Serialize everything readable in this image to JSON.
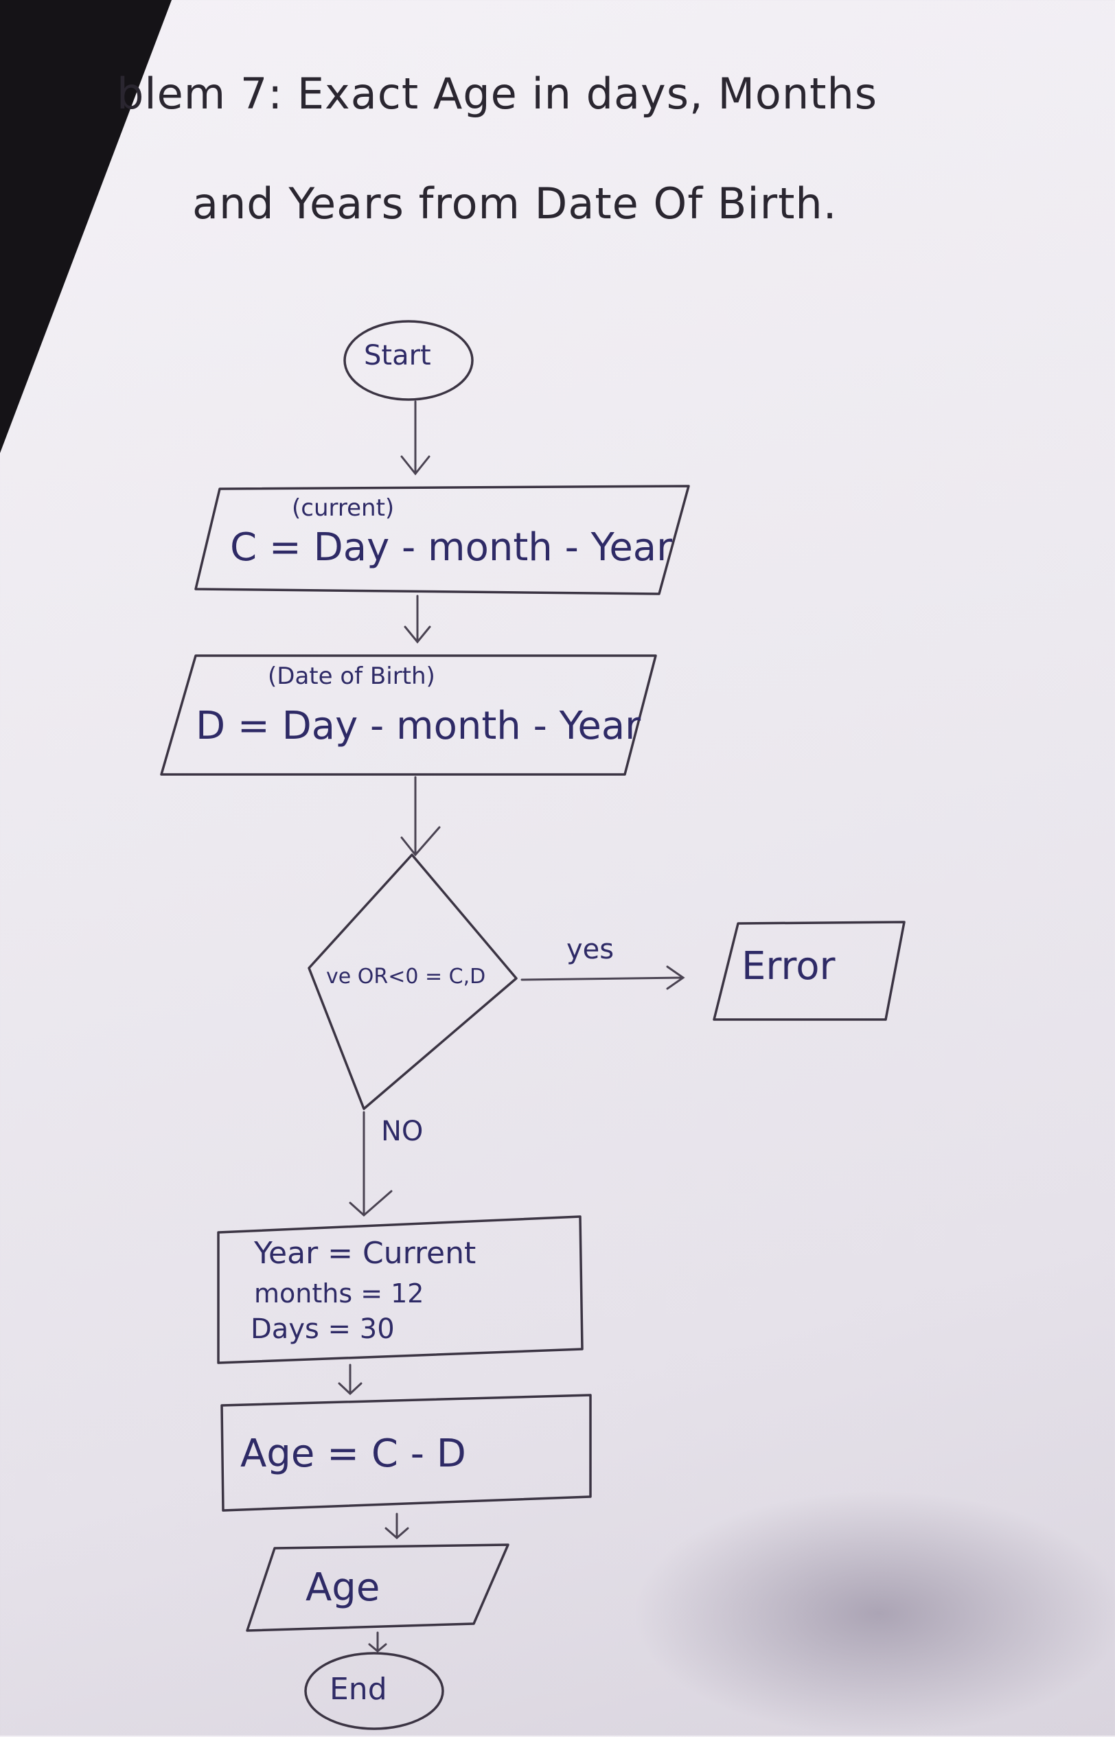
{
  "title": {
    "line1": "blem 7: Exact Age in days, Months",
    "line2": "and Years from Date Of Birth."
  },
  "nodes": {
    "start": "Start",
    "current": {
      "note": "(current)",
      "text": "C = Day - month - Year"
    },
    "birth": {
      "note": "(Date of Birth)",
      "text": "D = Day - month - Year"
    },
    "decision": "ve OR<0 = C,D",
    "error": "Error",
    "yes_label": "yes",
    "no_label": "NO",
    "constants": {
      "line1": "Year = Current",
      "line2": "months = 12",
      "line3": "Days = 30"
    },
    "age_calc": "Age = C - D",
    "age_output": "Age",
    "end": "End"
  }
}
